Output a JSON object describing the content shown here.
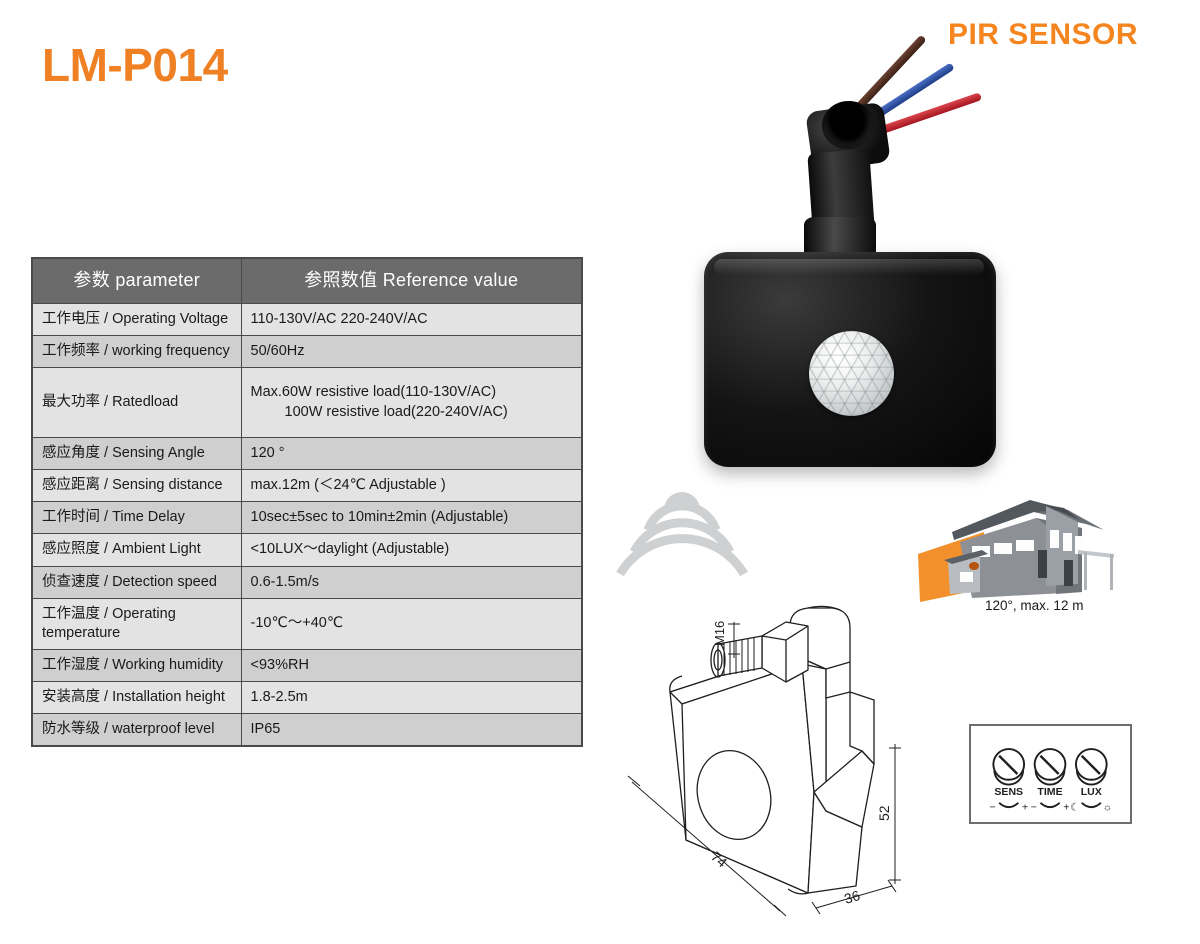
{
  "product_title": "LM-P014",
  "section_heading": "PIR SENSOR",
  "colors": {
    "brand_orange": "#ef8023",
    "heading_orange": "#f5851f",
    "table_header_bg": "#6b6b6b",
    "row_light": "#e3e3e3",
    "row_dark": "#cfcfcf",
    "border": "#4a4a4a",
    "beam_orange": "#f2902c",
    "wire_brown": "#3b2015",
    "wire_blue": "#1f3d86",
    "wire_red": "#a5151f",
    "wave_gray": "#cfd0d1"
  },
  "spec_table": {
    "headers": [
      "参数  parameter",
      "参照数值  Reference value"
    ],
    "rows": [
      {
        "parameter": "工作电压 / Operating Voltage",
        "value": "110-130V/AC  220-240V/AC",
        "value_line2": ""
      },
      {
        "parameter": "工作频率 / working frequency",
        "value": "50/60Hz",
        "value_line2": ""
      },
      {
        "parameter": "最大功率 / Ratedload",
        "value": "Max.60W resistive load(110-130V/AC)",
        "value_line2": "100W resistive load(220-240V/AC)"
      },
      {
        "parameter": "感应角度 / Sensing Angle",
        "value": "120 °",
        "value_line2": ""
      },
      {
        "parameter": "感应距离 / Sensing distance",
        "value": "max.12m (＜24℃ Adjustable )",
        "value_line2": ""
      },
      {
        "parameter": "工作时间 / Time Delay",
        "value": "10sec±5sec to 10min±2min (Adjustable)",
        "value_line2": ""
      },
      {
        "parameter": "感应照度 / Ambient Light",
        "value": "<10LUX～daylight (Adjustable)",
        "value_line2": ""
      },
      {
        "parameter": "侦查速度 / Detection speed",
        "value": "0.6-1.5m/s",
        "value_line2": ""
      },
      {
        "parameter": "工作温度 / Operating temperature",
        "value": "-10℃～+40℃",
        "value_line2": ""
      },
      {
        "parameter": "工作湿度 / Working humidity",
        "value": "<93%RH",
        "value_line2": ""
      },
      {
        "parameter": "安装高度 / Installation height",
        "value": "1.8-2.5m",
        "value_line2": ""
      },
      {
        "parameter": "防水等级 / waterproof level",
        "value": "IP65",
        "value_line2": ""
      }
    ]
  },
  "coverage": {
    "caption": "120°, max. 12 m"
  },
  "dimension_drawing": {
    "thread_label": "M16",
    "width_label": "74",
    "height_label": "52",
    "depth_label": "36"
  },
  "knob_panel": {
    "knobs": [
      {
        "label": "SENS",
        "left_symbol": "−",
        "right_symbol": "+"
      },
      {
        "label": "TIME",
        "left_symbol": "−",
        "right_symbol": "+"
      },
      {
        "label": "LUX",
        "left_symbol": "☾",
        "right_symbol": "☼"
      }
    ]
  },
  "product_photo": {
    "wire_colors": [
      "brown",
      "blue",
      "red"
    ]
  }
}
